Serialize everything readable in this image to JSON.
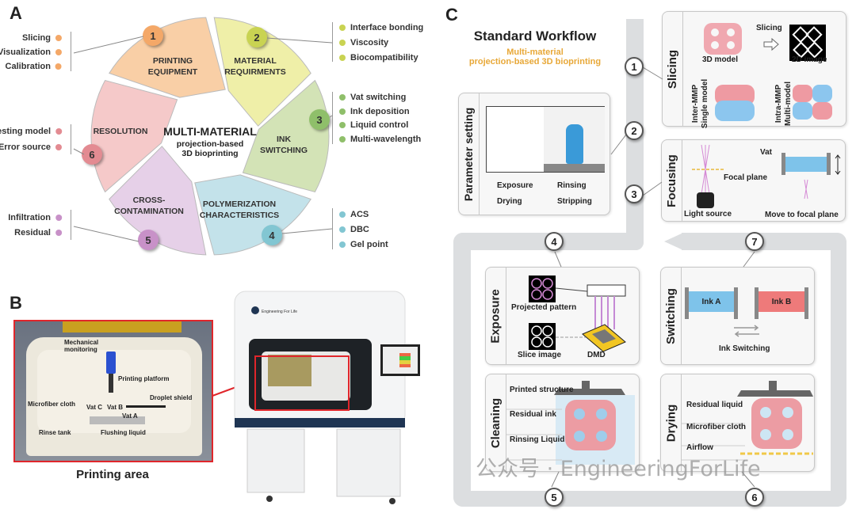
{
  "panel_a": {
    "label": "A",
    "center": {
      "title": "MULTI-MATERIAL",
      "subtitle_1": "projection-based",
      "subtitle_2": "3D bioprinting"
    },
    "segments": [
      {
        "num": "1",
        "line1": "PRINTING",
        "line2": "EQUIPMENT",
        "color": "#f9cfa6",
        "badge": "#f4a868",
        "items": [
          "Slicing",
          "Visualization",
          "Calibration"
        ]
      },
      {
        "num": "2",
        "line1": "MATERIAL",
        "line2": "REQUIRMENTS",
        "color": "#efefa8",
        "badge": "#c9d352",
        "items": [
          "Interface bonding",
          "Viscosity",
          "Biocompatibility"
        ]
      },
      {
        "num": "3",
        "line1": "INK",
        "line2": "SWITCHING",
        "color": "#d3e3b6",
        "badge": "#8fbf6a",
        "items": [
          "Vat switching",
          "Ink deposition",
          "Liquid control",
          "Multi-wavelength"
        ]
      },
      {
        "num": "4",
        "line1": "POLYMERIZATION",
        "line2": "CHARACTERISTICS",
        "color": "#c3e2ea",
        "badge": "#82c6d2",
        "items": [
          "ACS",
          "DBC",
          "Gel point"
        ]
      },
      {
        "num": "5",
        "line1": "CROSS-",
        "line2": "CONTAMINATION",
        "color": "#e6d0e8",
        "badge": "#c891c8",
        "items": [
          "Infiltration",
          "Residual"
        ]
      },
      {
        "num": "6",
        "line1": "RESOLUTION",
        "line2": "",
        "color": "#f5c9c9",
        "badge": "#e38b92",
        "items": [
          "Testing model",
          "Error source"
        ]
      }
    ]
  },
  "panel_b": {
    "label": "B",
    "caption": "Printing area",
    "callouts": [
      "Mechanical",
      "monitoring",
      "Printing platform",
      "Microfiber cloth",
      "Droplet shield",
      "Vat C",
      "Vat B",
      "Vat A",
      "Rinse tank",
      "Flushing liquid"
    ],
    "brand": "Engineering For Life",
    "highlight_color": "#e0262b"
  },
  "panel_c": {
    "label": "C",
    "title": "Standard Workflow",
    "subtitle_1": "Multi-material",
    "subtitle_2": "projection-based 3D bioprinting",
    "subtitle_color": "#e8a838",
    "steps": [
      "1",
      "2",
      "3",
      "4",
      "5",
      "6",
      "7"
    ],
    "slicing": {
      "title": "Slicing",
      "model": "3D model",
      "action": "Slicing",
      "image": "2D image",
      "inter_1": "Inter-MMP",
      "inter_2": "Single model",
      "intra_1": "Intra-MMP",
      "intra_2": "Multi-model"
    },
    "parameter": {
      "title": "Parameter setting",
      "items": [
        "Exposure",
        "Rinsing",
        "Drying",
        "Stripping"
      ]
    },
    "focusing": {
      "title": "Focusing",
      "vat": "Vat",
      "focal": "Focal plane",
      "light": "Light source",
      "move": "Move to focal plane"
    },
    "exposure": {
      "title": "Exposure",
      "projected": "Projected pattern",
      "slice": "Slice image",
      "dmd": "DMD"
    },
    "switching": {
      "title": "Switching",
      "ink_a": "Ink A",
      "ink_b": "Ink B",
      "caption": "Ink Switching",
      "ink_a_color": "#7ec3ea",
      "ink_b_color": "#ee7a7a"
    },
    "cleaning": {
      "title": "Cleaning",
      "printed": "Printed structure",
      "residual": "Residual ink",
      "rinsing": "Rinsing Liquid"
    },
    "drying": {
      "title": "Drying",
      "residual": "Residual liquid",
      "cloth": "Microfiber cloth",
      "airflow": "Airflow"
    }
  },
  "watermark": "公众号 · EngineeringForLife"
}
